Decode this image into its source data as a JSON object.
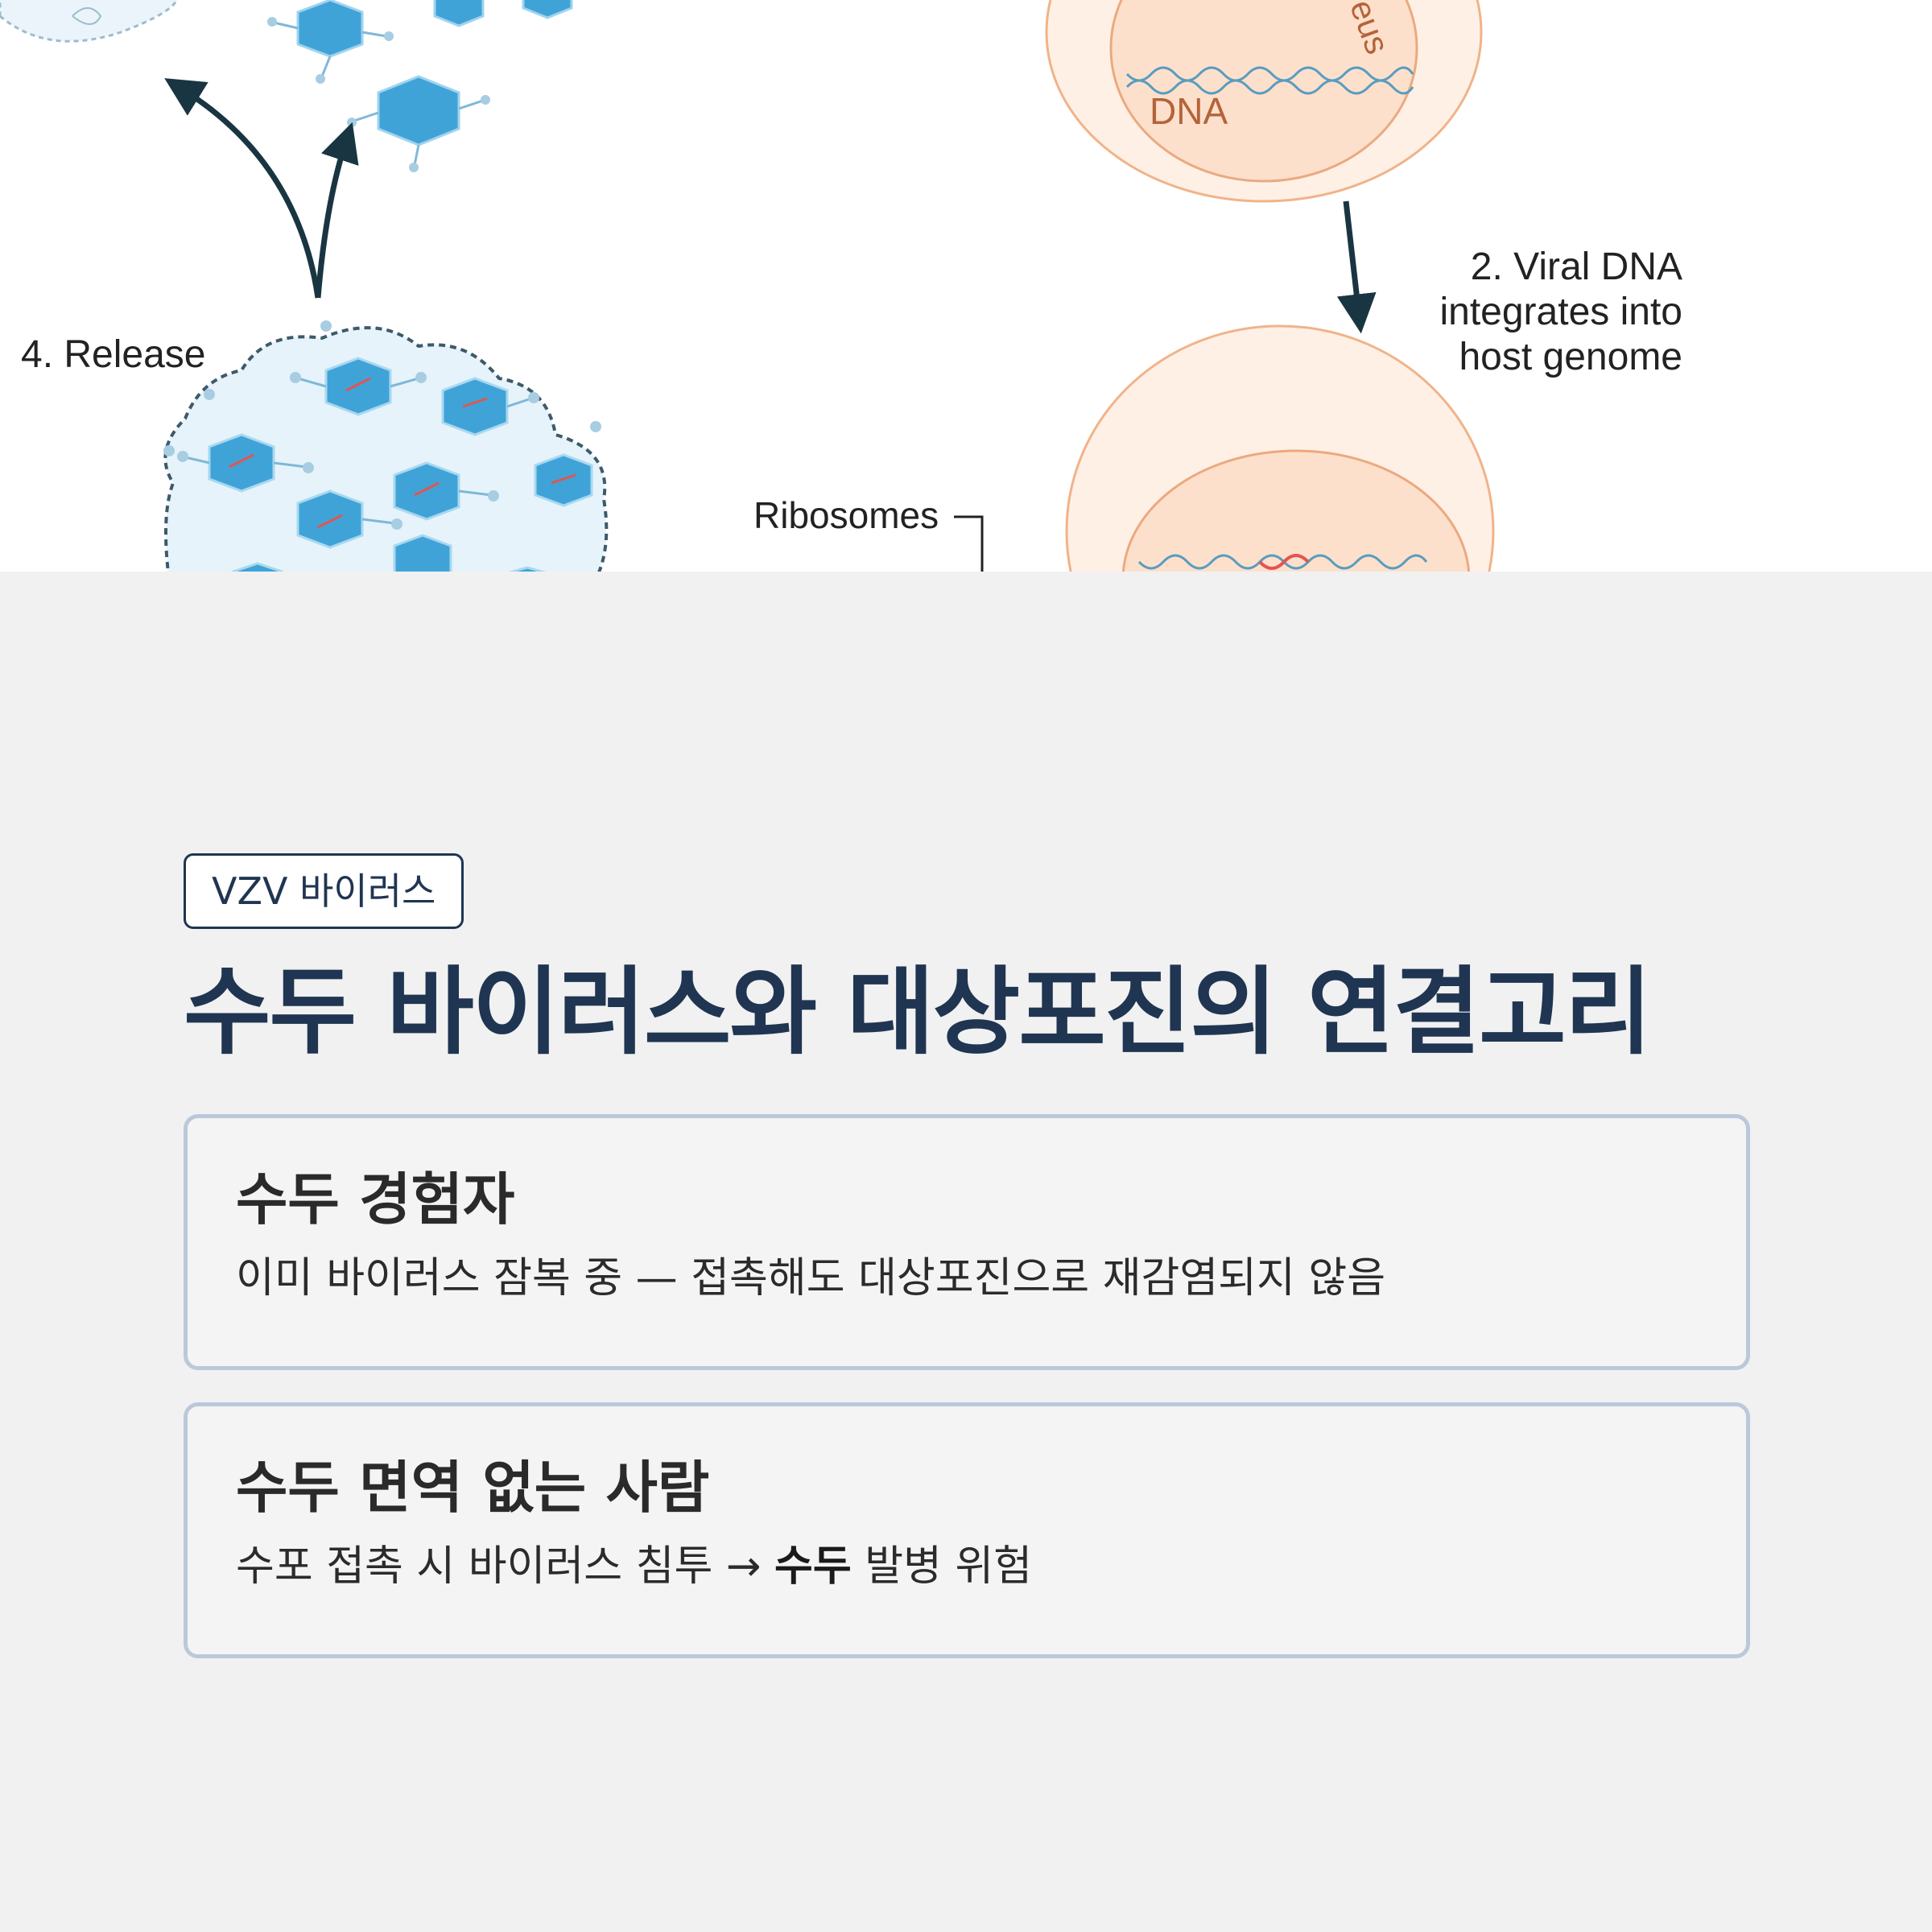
{
  "illustration": {
    "labels": {
      "release": "4. Release",
      "ribosomes": "Ribosomes",
      "dna": "DNA",
      "nucleus_partial": "eus",
      "step2": [
        "2. Viral DNA",
        "integrates into",
        "host genome"
      ]
    },
    "colors": {
      "virus_blue": "#3fa3d8",
      "envelope": "#cfe8f5",
      "cell": "#fde8dc",
      "cell_outline": "#f0b38a",
      "dna_red": "#e2554f",
      "arrow": "#1a3542"
    }
  },
  "badge": "VZV 바이러스",
  "title": "수두 바이러스와 대상포진의 연결고리",
  "cards": [
    {
      "heading": "수두 경험자",
      "body": "이미 바이러스 잠복 중 — 접촉해도 대상포진으로 재감염되지 않음"
    },
    {
      "heading": "수두 면역 없는 사람",
      "body_prefix": "수포 접촉 시 바이러스 침투 → ",
      "body_bold": "수두",
      "body_suffix": " 발병 위험"
    }
  ],
  "colors": {
    "page_bg": "#f1f1f1",
    "navy": "#1f3552",
    "card_border": "#bcc8da"
  }
}
